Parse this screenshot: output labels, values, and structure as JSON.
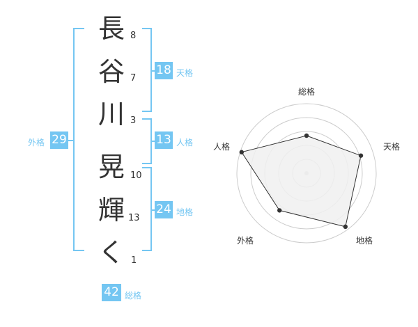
{
  "name": {
    "chars": [
      "長",
      "谷",
      "川",
      "晃",
      "輝",
      "く"
    ],
    "strokes": [
      "8",
      "7",
      "3",
      "10",
      "13",
      "1"
    ]
  },
  "kaku": {
    "tenkaku": {
      "value": "18",
      "label": "天格"
    },
    "jinkaku": {
      "value": "13",
      "label": "人格"
    },
    "chikaku": {
      "value": "24",
      "label": "地格"
    },
    "gaikaku": {
      "value": "29",
      "label": "外格"
    },
    "soukaku": {
      "value": "42",
      "label": "総格"
    }
  },
  "colors": {
    "accent": "#74c6f2",
    "text": "#333333",
    "radar_fill": "#f0f0f0",
    "radar_grid": "#cccccc"
  },
  "chart_data": {
    "type": "radar",
    "axes": [
      "総格",
      "天格",
      "地格",
      "外格",
      "人格"
    ],
    "values": [
      0.54,
      0.82,
      0.95,
      0.66,
      0.98
    ],
    "scale_max": 1
  }
}
